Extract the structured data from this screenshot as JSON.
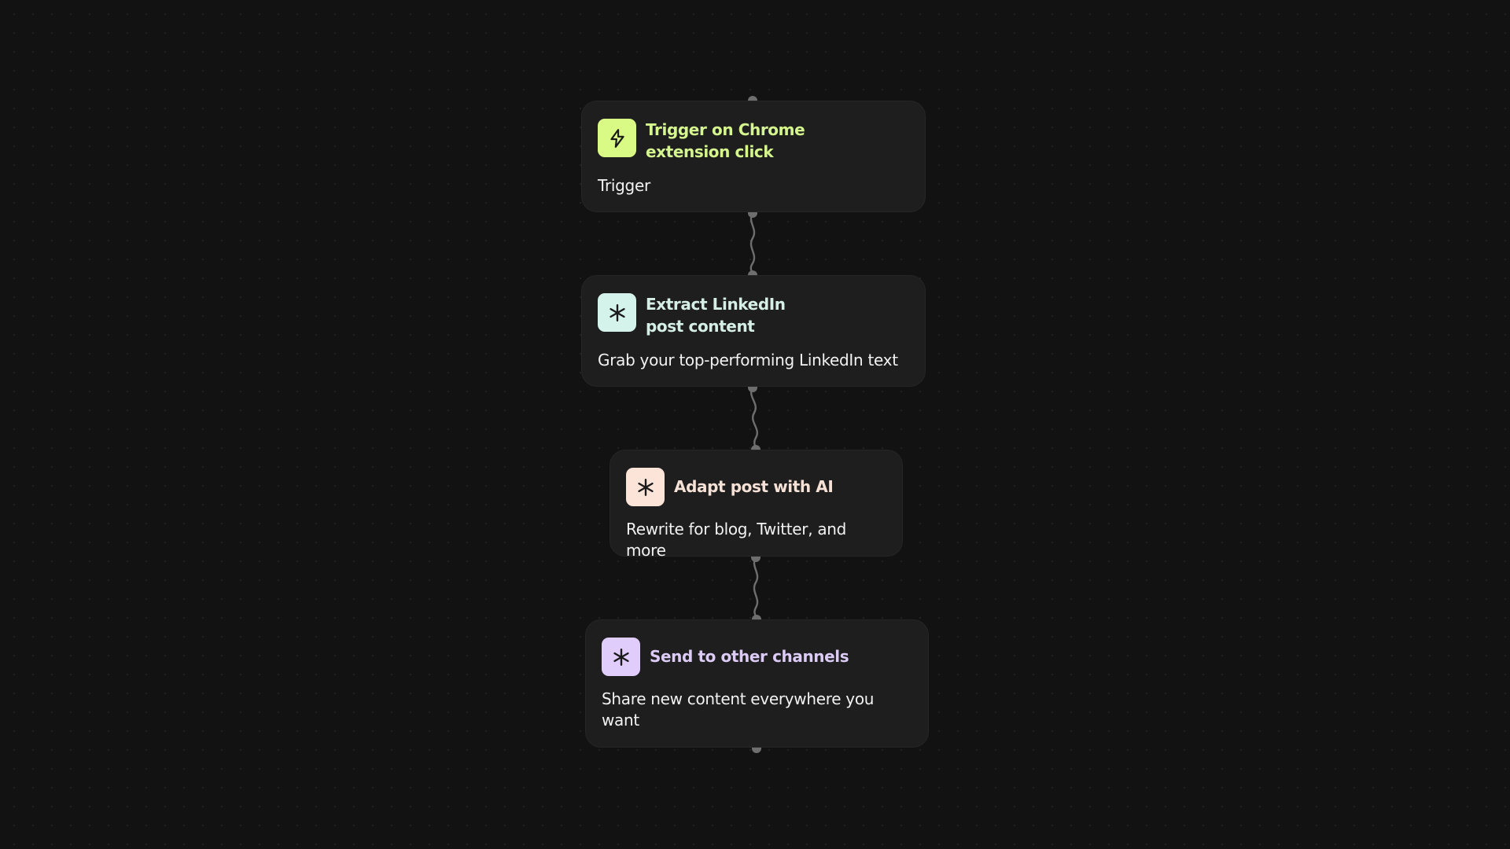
{
  "workflow": {
    "nodes": [
      {
        "id": "trigger",
        "title": "Trigger on Chrome extension click",
        "description": "Trigger",
        "icon": "lightning-bolt-icon",
        "accent_color": "#d9fb86",
        "icon_bg": "#d9fb86",
        "title_color": "#d5f58e"
      },
      {
        "id": "extract",
        "title": "Extract LinkedIn post content",
        "description": "Grab your top-performing LinkedIn text",
        "icon": "asterisk-icon",
        "accent_color": "#d4f3ea",
        "icon_bg": "#d4f3ea",
        "title_color": "#d6efe6"
      },
      {
        "id": "adapt",
        "title": "Adapt post with AI",
        "description": "Rewrite for blog, Twitter, and more",
        "icon": "asterisk-icon",
        "accent_color": "#fde4d8",
        "icon_bg": "#fde4d8",
        "title_color": "#f6e1d6"
      },
      {
        "id": "send",
        "title": "Send to other channels",
        "description": "Share new content everywhere you want",
        "icon": "asterisk-icon",
        "accent_color": "#e1cdfb",
        "icon_bg": "#e1cdfb",
        "title_color": "#dccbf5"
      }
    ],
    "connector_color": "#6e6e6e",
    "port_color": "#6e6e6e"
  }
}
